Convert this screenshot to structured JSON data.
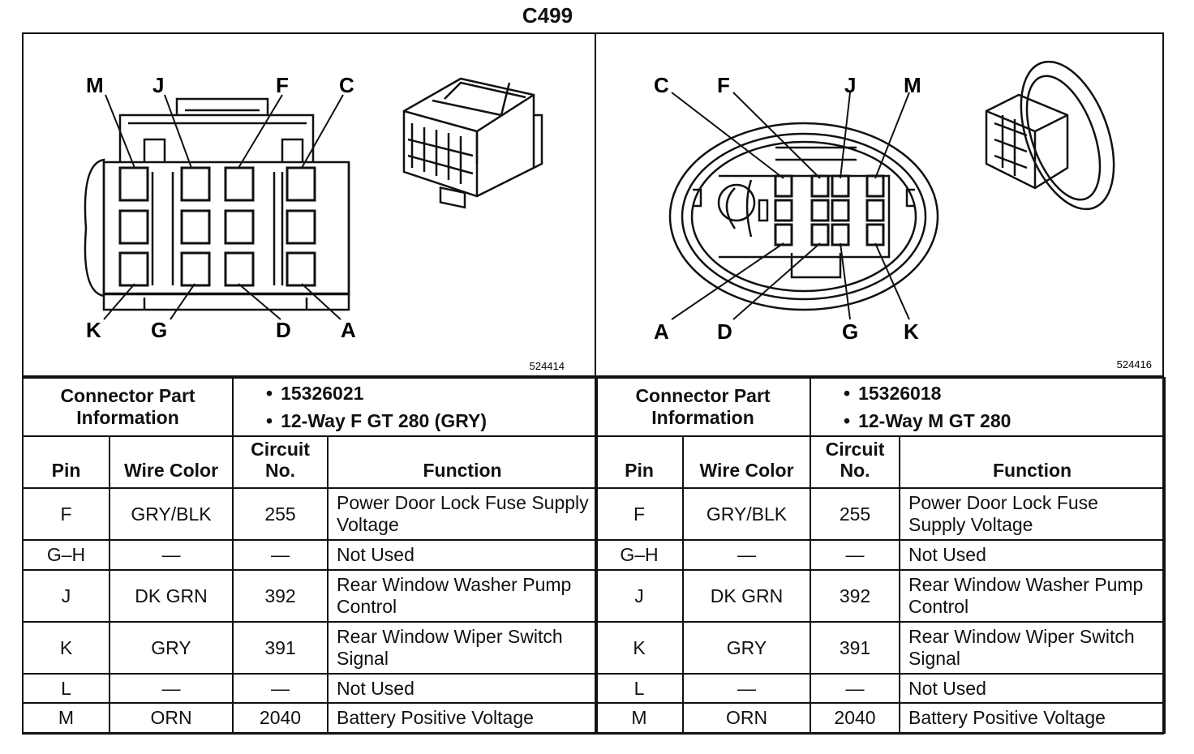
{
  "title": "C499",
  "left": {
    "ref_number": "524414",
    "pin_labels_top": [
      "M",
      "J",
      "F",
      "C"
    ],
    "pin_labels_bottom": [
      "K",
      "G",
      "D",
      "A"
    ],
    "connector_info_label": "Connector Part Information",
    "part_numbers": [
      "15326021",
      "12-Way F GT 280 (GRY)"
    ],
    "headers": {
      "pin": "Pin",
      "wire_color": "Wire Color",
      "circuit": "Circuit No.",
      "function": "Function"
    },
    "rows": [
      {
        "pin": "F",
        "wire": "GRY/BLK",
        "circuit": "255",
        "function": "Power Door Lock Fuse Supply Voltage"
      },
      {
        "pin": "G–H",
        "wire": "—",
        "circuit": "—",
        "function": "Not Used"
      },
      {
        "pin": "J",
        "wire": "DK GRN",
        "circuit": "392",
        "function": "Rear Window Washer Pump Control"
      },
      {
        "pin": "K",
        "wire": "GRY",
        "circuit": "391",
        "function": "Rear Window Wiper Switch Signal"
      },
      {
        "pin": "L",
        "wire": "—",
        "circuit": "—",
        "function": "Not Used"
      },
      {
        "pin": "M",
        "wire": "ORN",
        "circuit": "2040",
        "function": "Battery Positive Voltage"
      }
    ]
  },
  "right": {
    "ref_number": "524416",
    "pin_labels_top": [
      "C",
      "F",
      "J",
      "M"
    ],
    "pin_labels_bottom": [
      "A",
      "D",
      "G",
      "K"
    ],
    "connector_info_label": "Connector Part Information",
    "part_numbers": [
      "15326018",
      "12-Way M GT 280"
    ],
    "headers": {
      "pin": "Pin",
      "wire_color": "Wire Color",
      "circuit": "Circuit No.",
      "function": "Function"
    },
    "rows": [
      {
        "pin": "F",
        "wire": "GRY/BLK",
        "circuit": "255",
        "function": "Power Door Lock Fuse Supply Voltage"
      },
      {
        "pin": "G–H",
        "wire": "—",
        "circuit": "—",
        "function": "Not Used"
      },
      {
        "pin": "J",
        "wire": "DK GRN",
        "circuit": "392",
        "function": "Rear Window Washer Pump Control"
      },
      {
        "pin": "K",
        "wire": "GRY",
        "circuit": "391",
        "function": "Rear Window Wiper Switch Signal"
      },
      {
        "pin": "L",
        "wire": "—",
        "circuit": "—",
        "function": "Not Used"
      },
      {
        "pin": "M",
        "wire": "ORN",
        "circuit": "2040",
        "function": "Battery Positive Voltage"
      }
    ]
  }
}
